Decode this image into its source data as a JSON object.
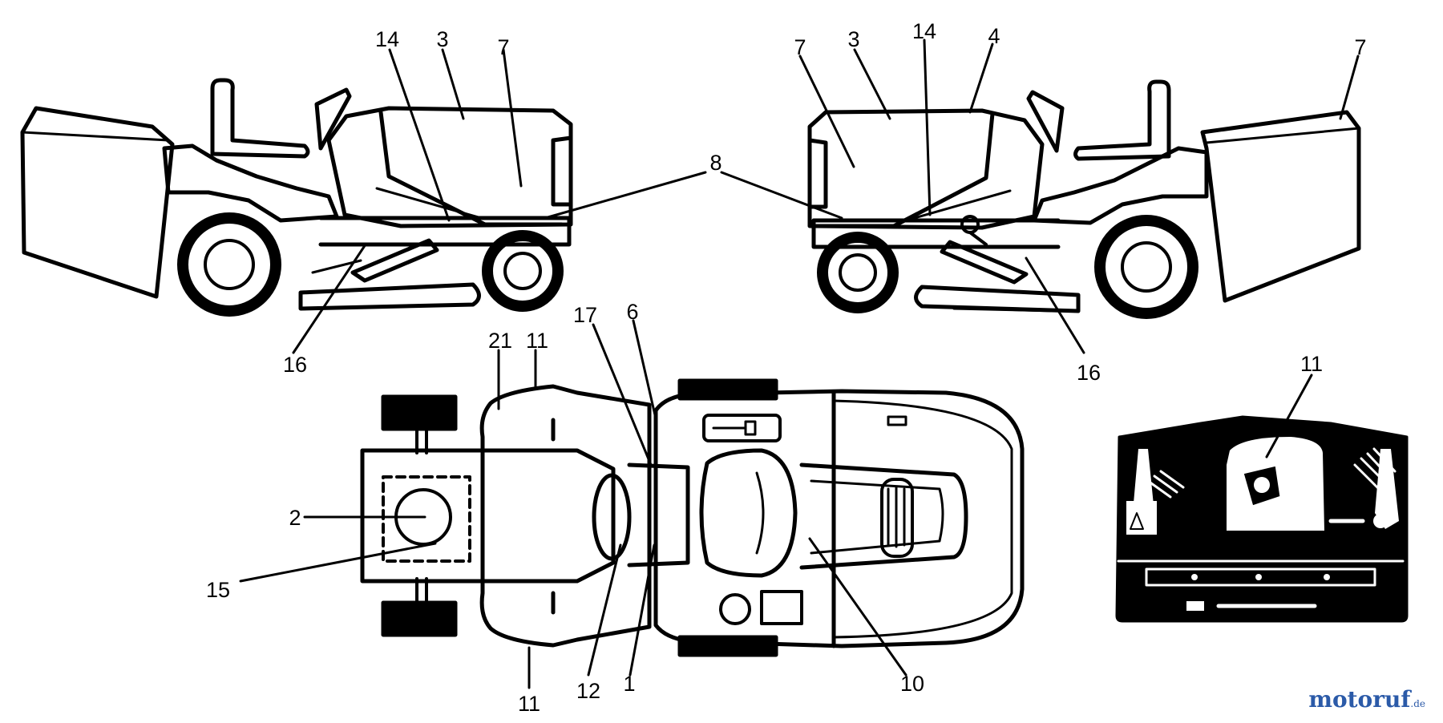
{
  "callouts": [
    {
      "id": "c-14a",
      "text": "14"
    },
    {
      "id": "c-3a",
      "text": "3"
    },
    {
      "id": "c-7a",
      "text": "7"
    },
    {
      "id": "c-16a",
      "text": "16"
    },
    {
      "id": "c-7b",
      "text": "7"
    },
    {
      "id": "c-3b",
      "text": "3"
    },
    {
      "id": "c-14b",
      "text": "14"
    },
    {
      "id": "c-4",
      "text": "4"
    },
    {
      "id": "c-7c",
      "text": "7"
    },
    {
      "id": "c-8",
      "text": "8"
    },
    {
      "id": "c-16b",
      "text": "16"
    },
    {
      "id": "c-21",
      "text": "21"
    },
    {
      "id": "c-11a",
      "text": "11"
    },
    {
      "id": "c-17",
      "text": "17"
    },
    {
      "id": "c-6",
      "text": "6"
    },
    {
      "id": "c-2",
      "text": "2"
    },
    {
      "id": "c-15",
      "text": "15"
    },
    {
      "id": "c-11b",
      "text": "11"
    },
    {
      "id": "c-12",
      "text": "12"
    },
    {
      "id": "c-1",
      "text": "1"
    },
    {
      "id": "c-10",
      "text": "10"
    },
    {
      "id": "c-11c",
      "text": "11"
    }
  ],
  "watermark": {
    "brand": "motoruf",
    "tld": ".de"
  },
  "colors": {
    "line": "#000000",
    "watermark_blue": "#2b5aa8",
    "watermark_orange": "#e08a1e"
  }
}
